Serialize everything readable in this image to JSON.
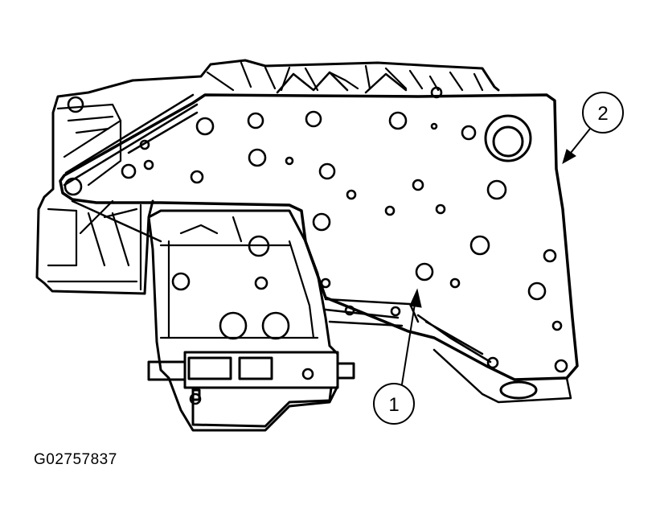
{
  "figure": {
    "id_code": "G02757837",
    "callouts": [
      {
        "number": "1"
      },
      {
        "number": "2"
      }
    ]
  },
  "colors": {
    "ink": "#000000",
    "paper": "#ffffff"
  }
}
